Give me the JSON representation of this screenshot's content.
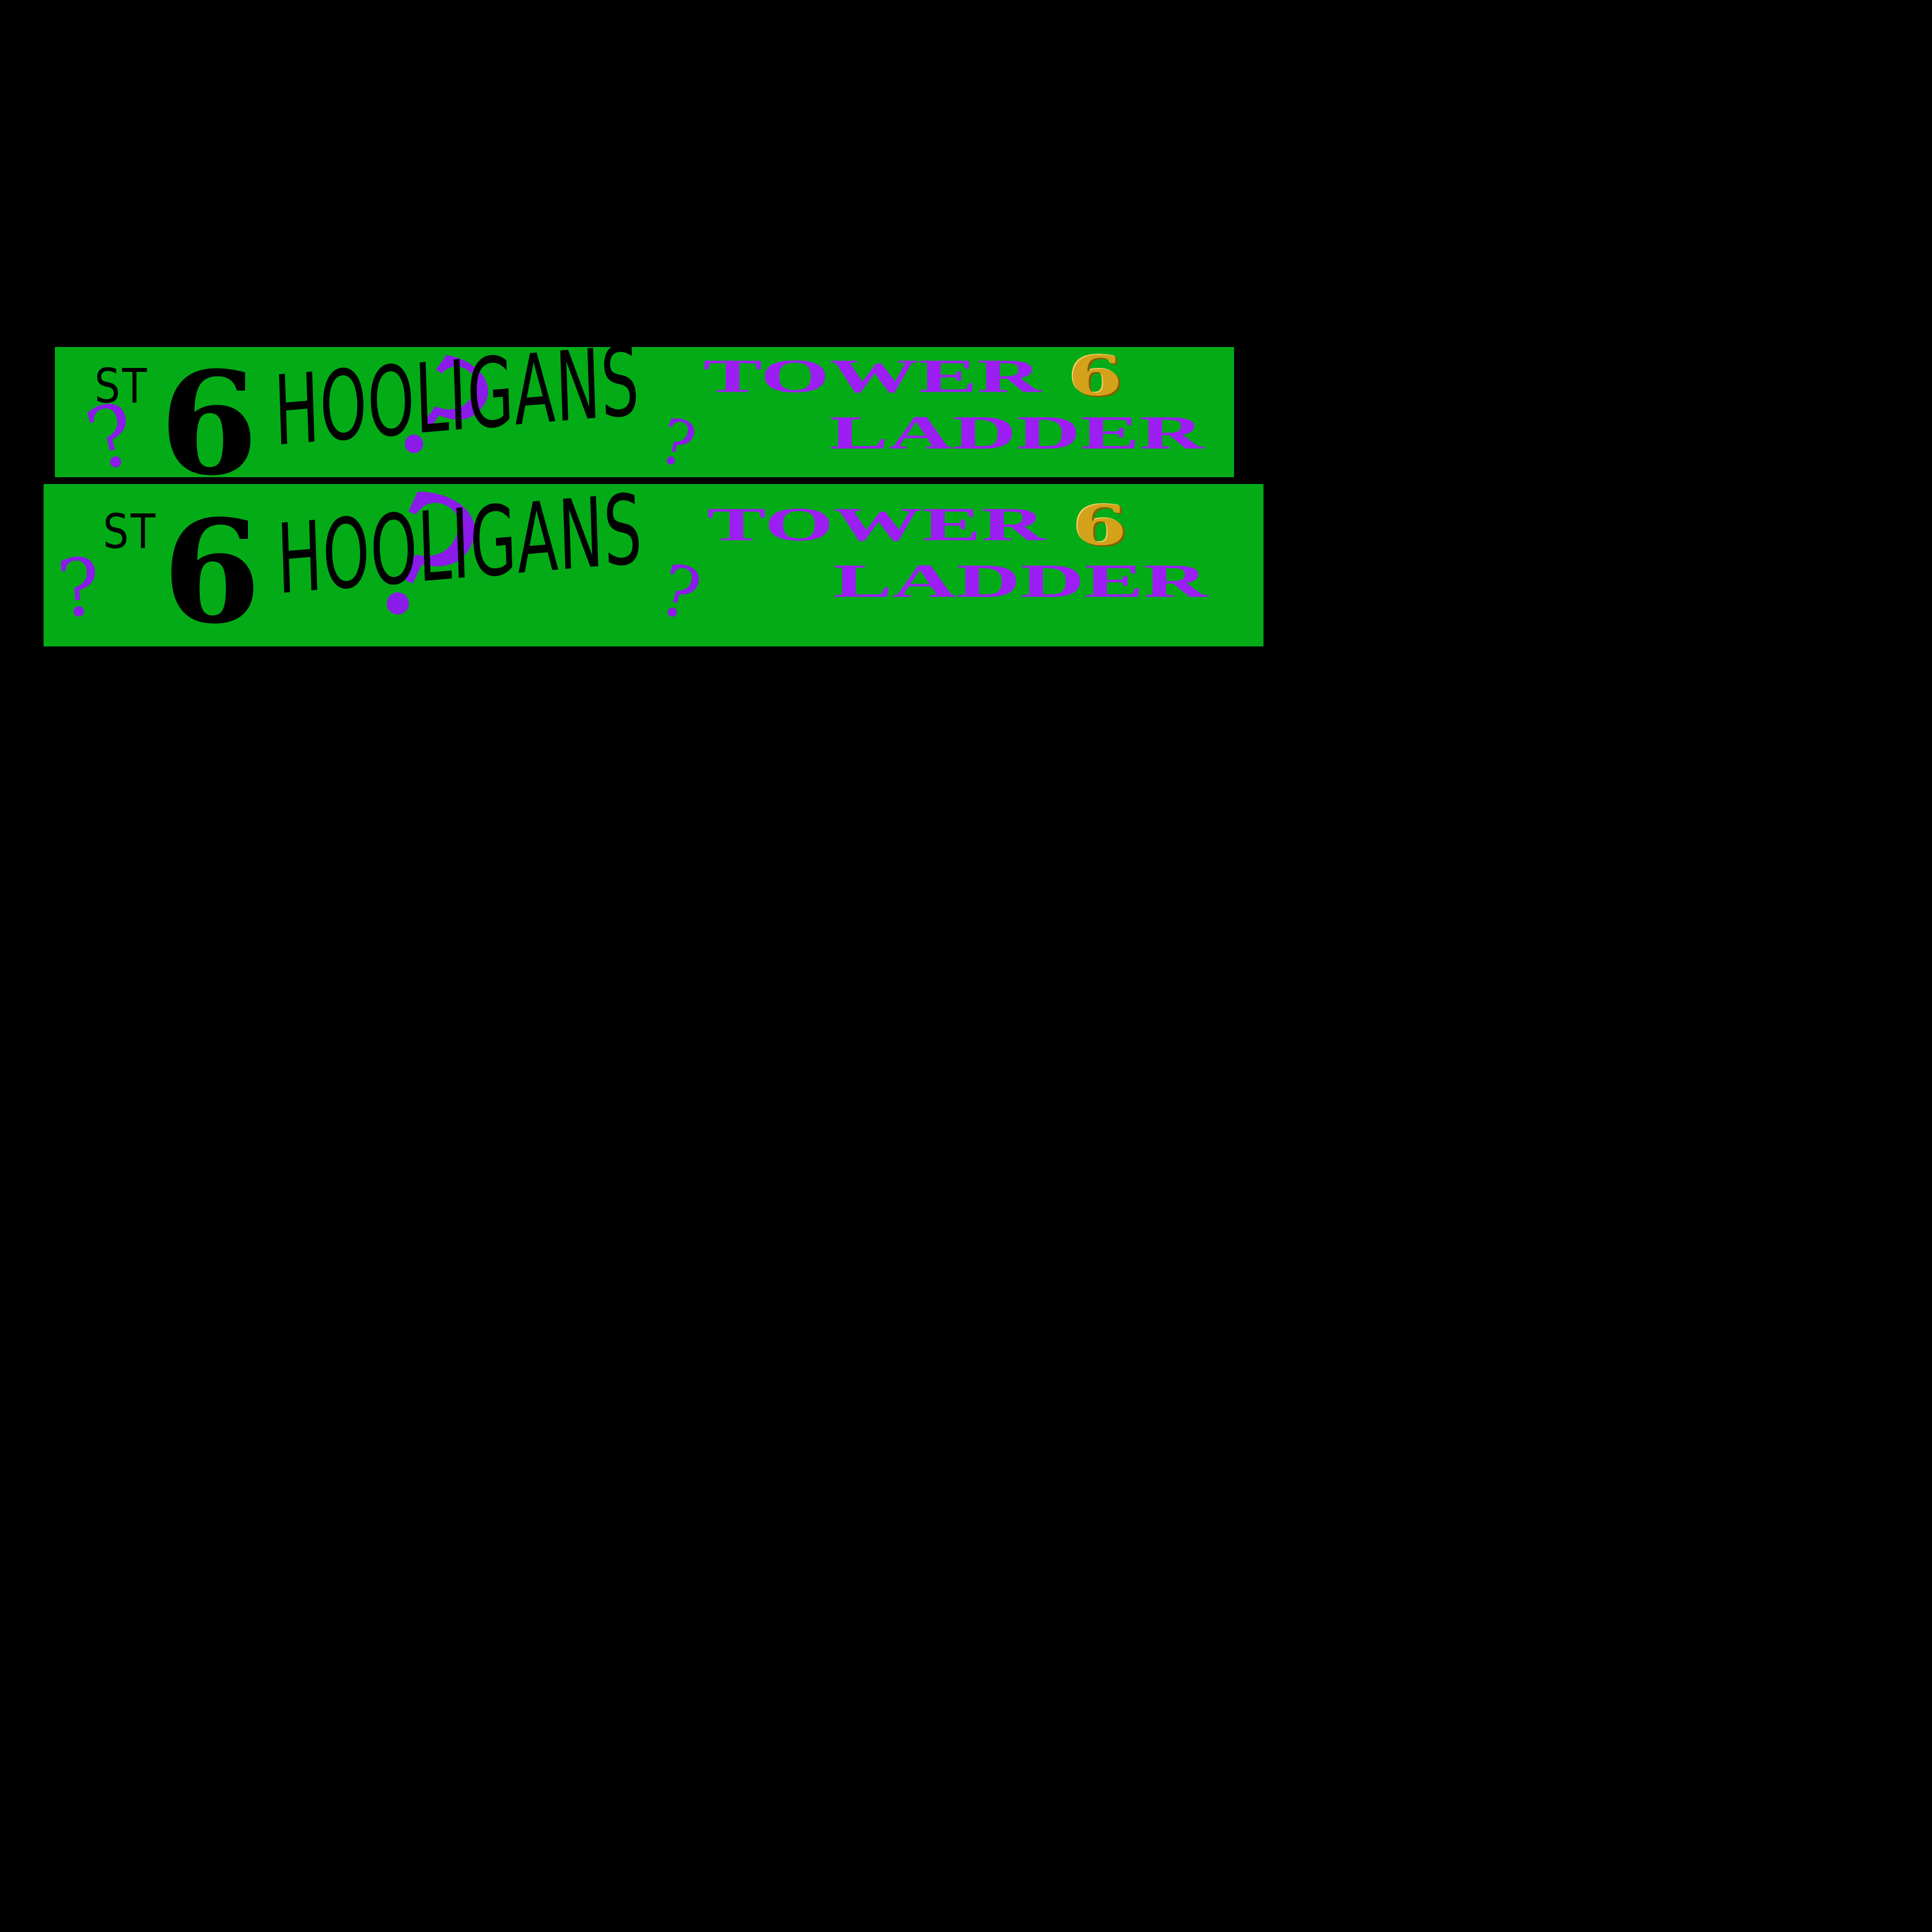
{
  "colors": {
    "background": "#000000",
    "banner_green": "#03ac17",
    "purple": "#9c1ef2",
    "gold": "#d4a21a",
    "text": "#000000"
  },
  "banners": [
    {
      "st": "ST",
      "number": "6",
      "name": "HOOLIGANS",
      "question_mark": "?",
      "tower": "TOWER",
      "ladder": "LADDER",
      "gold_number": "6"
    },
    {
      "st": "ST",
      "number": "6",
      "name": "HOOLIGANS",
      "question_mark": "?",
      "tower": "TOWER",
      "ladder": "LADDER",
      "gold_number": "6"
    }
  ]
}
